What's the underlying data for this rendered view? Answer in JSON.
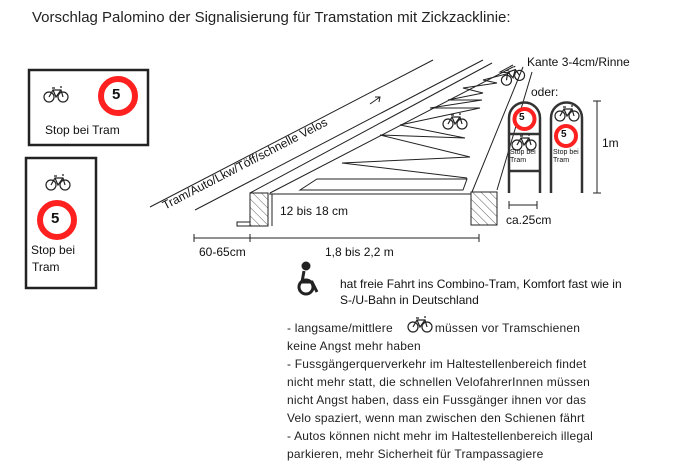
{
  "title": "Vorschlag Palomino der Signalisierung für Tramstation mit Zickzacklinie:",
  "colors": {
    "sign_red": "#ff2020",
    "line": "#222222",
    "sign_frame": "#333333"
  },
  "sign_left_1": {
    "number": "5",
    "caption": "Stop bei Tram",
    "icon": "bicycle-icon"
  },
  "sign_left_2": {
    "number": "5",
    "caption_line1": "Stop bei",
    "caption_line2": "Tram",
    "icon": "bicycle-icon"
  },
  "diagram": {
    "lane_label": "Tram/Auto/Lkw/Töff/schnelle Velos",
    "edge_label": "Kante 3-4cm/Rinne",
    "or_label": "oder:",
    "height_sign": "1m",
    "width_sign": "ca.25cm",
    "curb_height": "12 bis 18 cm",
    "dim_left": "60-65cm",
    "dim_platform": "1,8 bis 2,2 m",
    "post_sign_1": {
      "number": "5",
      "caption_line1": "Stop bei",
      "caption_line2": "Tram"
    },
    "post_sign_2": {
      "number": "5",
      "caption_line1": "Stop bei",
      "caption_line2": "Tram"
    }
  },
  "wheelchair": {
    "icon": "wheelchair-icon",
    "line1": "hat  freie Fahrt ins Combino-Tram, Komfort  fast wie in",
    "line2": "S-/U-Bahn in Deutschland"
  },
  "bullets": {
    "b1_pre": "- langsame/mittlere",
    "b1_post": "müssen vor Tramschienen",
    "b1_line2": "keine Angst mehr haben",
    "b2_line1": "- Fussgängerquerverkehr im Haltestellenbereich findet",
    "b2_line2": "nicht mehr statt, die schnellen VelofahrerInnen müssen",
    "b2_line3": "nicht Angst haben, dass ein Fussgänger ihnen vor das",
    "b2_line4": "Velo spaziert, wenn man zwischen den Schienen fährt",
    "b3_line1": "- Autos können nicht mehr im Haltestellenbereich illegal",
    "b3_line2": "parkieren, mehr Sicherheit für Trampassagiere"
  }
}
